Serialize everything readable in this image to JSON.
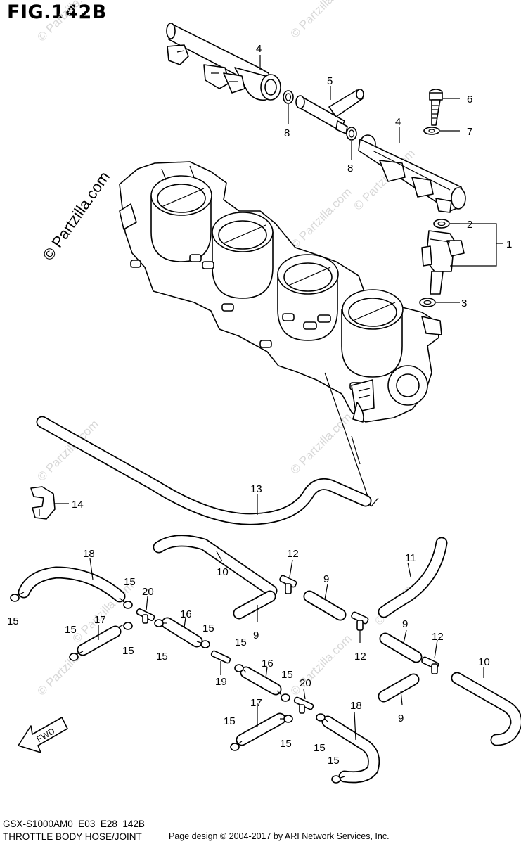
{
  "figure": {
    "title": "FIG.142B"
  },
  "footer": {
    "model_code": "GSX-S1000AM0_E03_E28_142B",
    "section_name": "THROTTLE BODY HOSE/JOINT",
    "copyright": "Page design © 2004-2017 by ARI Network Services, Inc."
  },
  "watermark": {
    "text": "© Partzilla.com"
  },
  "direction_badge": {
    "text": "FWD"
  },
  "callouts": [
    "1",
    "2",
    "3",
    "4",
    "4",
    "5",
    "6",
    "7",
    "8",
    "8",
    "9",
    "9",
    "9",
    "9",
    "10",
    "10",
    "11",
    "12",
    "12",
    "12",
    "13",
    "14",
    "15",
    "15",
    "15",
    "15",
    "15",
    "15",
    "15",
    "15",
    "15",
    "15",
    "15",
    "15",
    "16",
    "16",
    "17",
    "17",
    "18",
    "18",
    "19",
    "20",
    "20"
  ],
  "colors": {
    "line": "#000000",
    "background": "#ffffff",
    "watermark": "#d8d8d8"
  }
}
